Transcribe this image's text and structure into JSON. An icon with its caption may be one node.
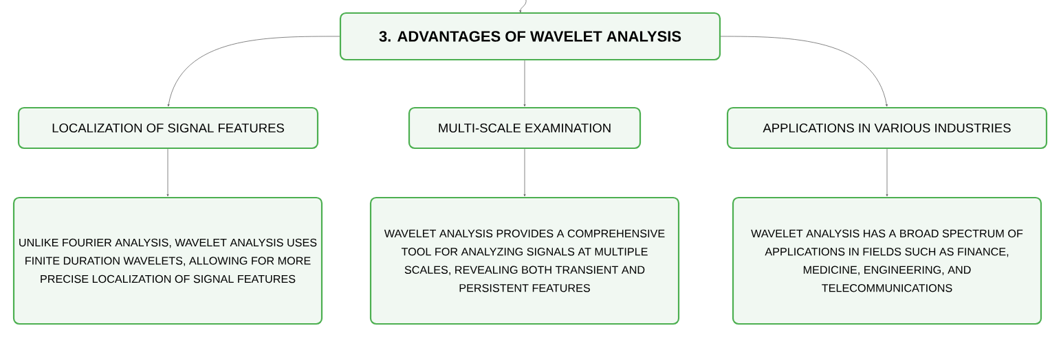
{
  "diagram": {
    "nodes": [
      {
        "text": [
          "3. ADVANTAGES OF WAVELET ANALYSIS"
        ]
      },
      {
        "text": [
          "LOCALIZATION OF SIGNAL FEATURES"
        ]
      },
      {
        "text": [
          "MULTI-SCALE EXAMINATION"
        ]
      },
      {
        "text": [
          "APPLICATIONS IN VARIOUS INDUSTRIES"
        ]
      },
      {
        "text": [
          "UNLIKE FOURIER ANALYSIS, WAVELET ANALYSIS USES FINITE DURATION WAVELETS, ALLOWING FOR MORE PRECISE LOCALIZATION OF SIGNAL FEATURES"
        ]
      },
      {
        "text": [
          "WAVELET ANALYSIS PROVIDES A COMPREHENSIVE TOOL FOR ANALYZING SIGNALS AT MULTIPLE SCALES, REVEALING BOTH TRANSIENT AND PERSISTENT FEATURES"
        ]
      },
      {
        "text": [
          "WAVELET ANALYSIS HAS A BROAD SPECTRUM OF APPLICATIONS IN FIELDS SUCH AS FINANCE, MEDICINE, ENGINEERING, AND TELECOMMUNICATIONS"
        ]
      }
    ],
    "edges": [
      {
        "from": null,
        "to": 0,
        "arrow": "to"
      },
      {
        "from": 0,
        "to": 1,
        "arrow": "to"
      },
      {
        "from": 0,
        "to": 2,
        "arrow": "to"
      },
      {
        "from": 0,
        "to": 3,
        "arrow": "to"
      },
      {
        "from": 1,
        "to": 4,
        "arrow": "to"
      },
      {
        "from": 2,
        "to": 5,
        "arrow": "to"
      },
      {
        "from": 3,
        "to": 6,
        "arrow": "to"
      }
    ]
  }
}
